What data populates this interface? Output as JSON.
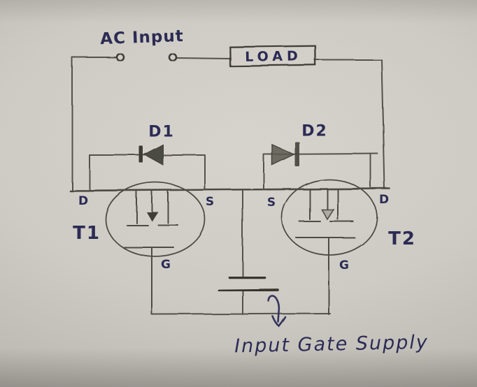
{
  "diagram": {
    "labels": {
      "ac_input": "AC Input",
      "load": "LOAD",
      "diode1": "D1",
      "diode2": "D2",
      "transistor1": "T1",
      "transistor2": "T2",
      "t1_drain": "D",
      "t1_source": "S",
      "t2_source": "S",
      "t2_drain": "D",
      "t1_gate": "G",
      "t2_gate": "G",
      "caption": "Input Gate Supply"
    },
    "colors": {
      "ink": "#2c2b55",
      "pencil": "#4c4a43",
      "paper": "#cfccc5"
    }
  }
}
